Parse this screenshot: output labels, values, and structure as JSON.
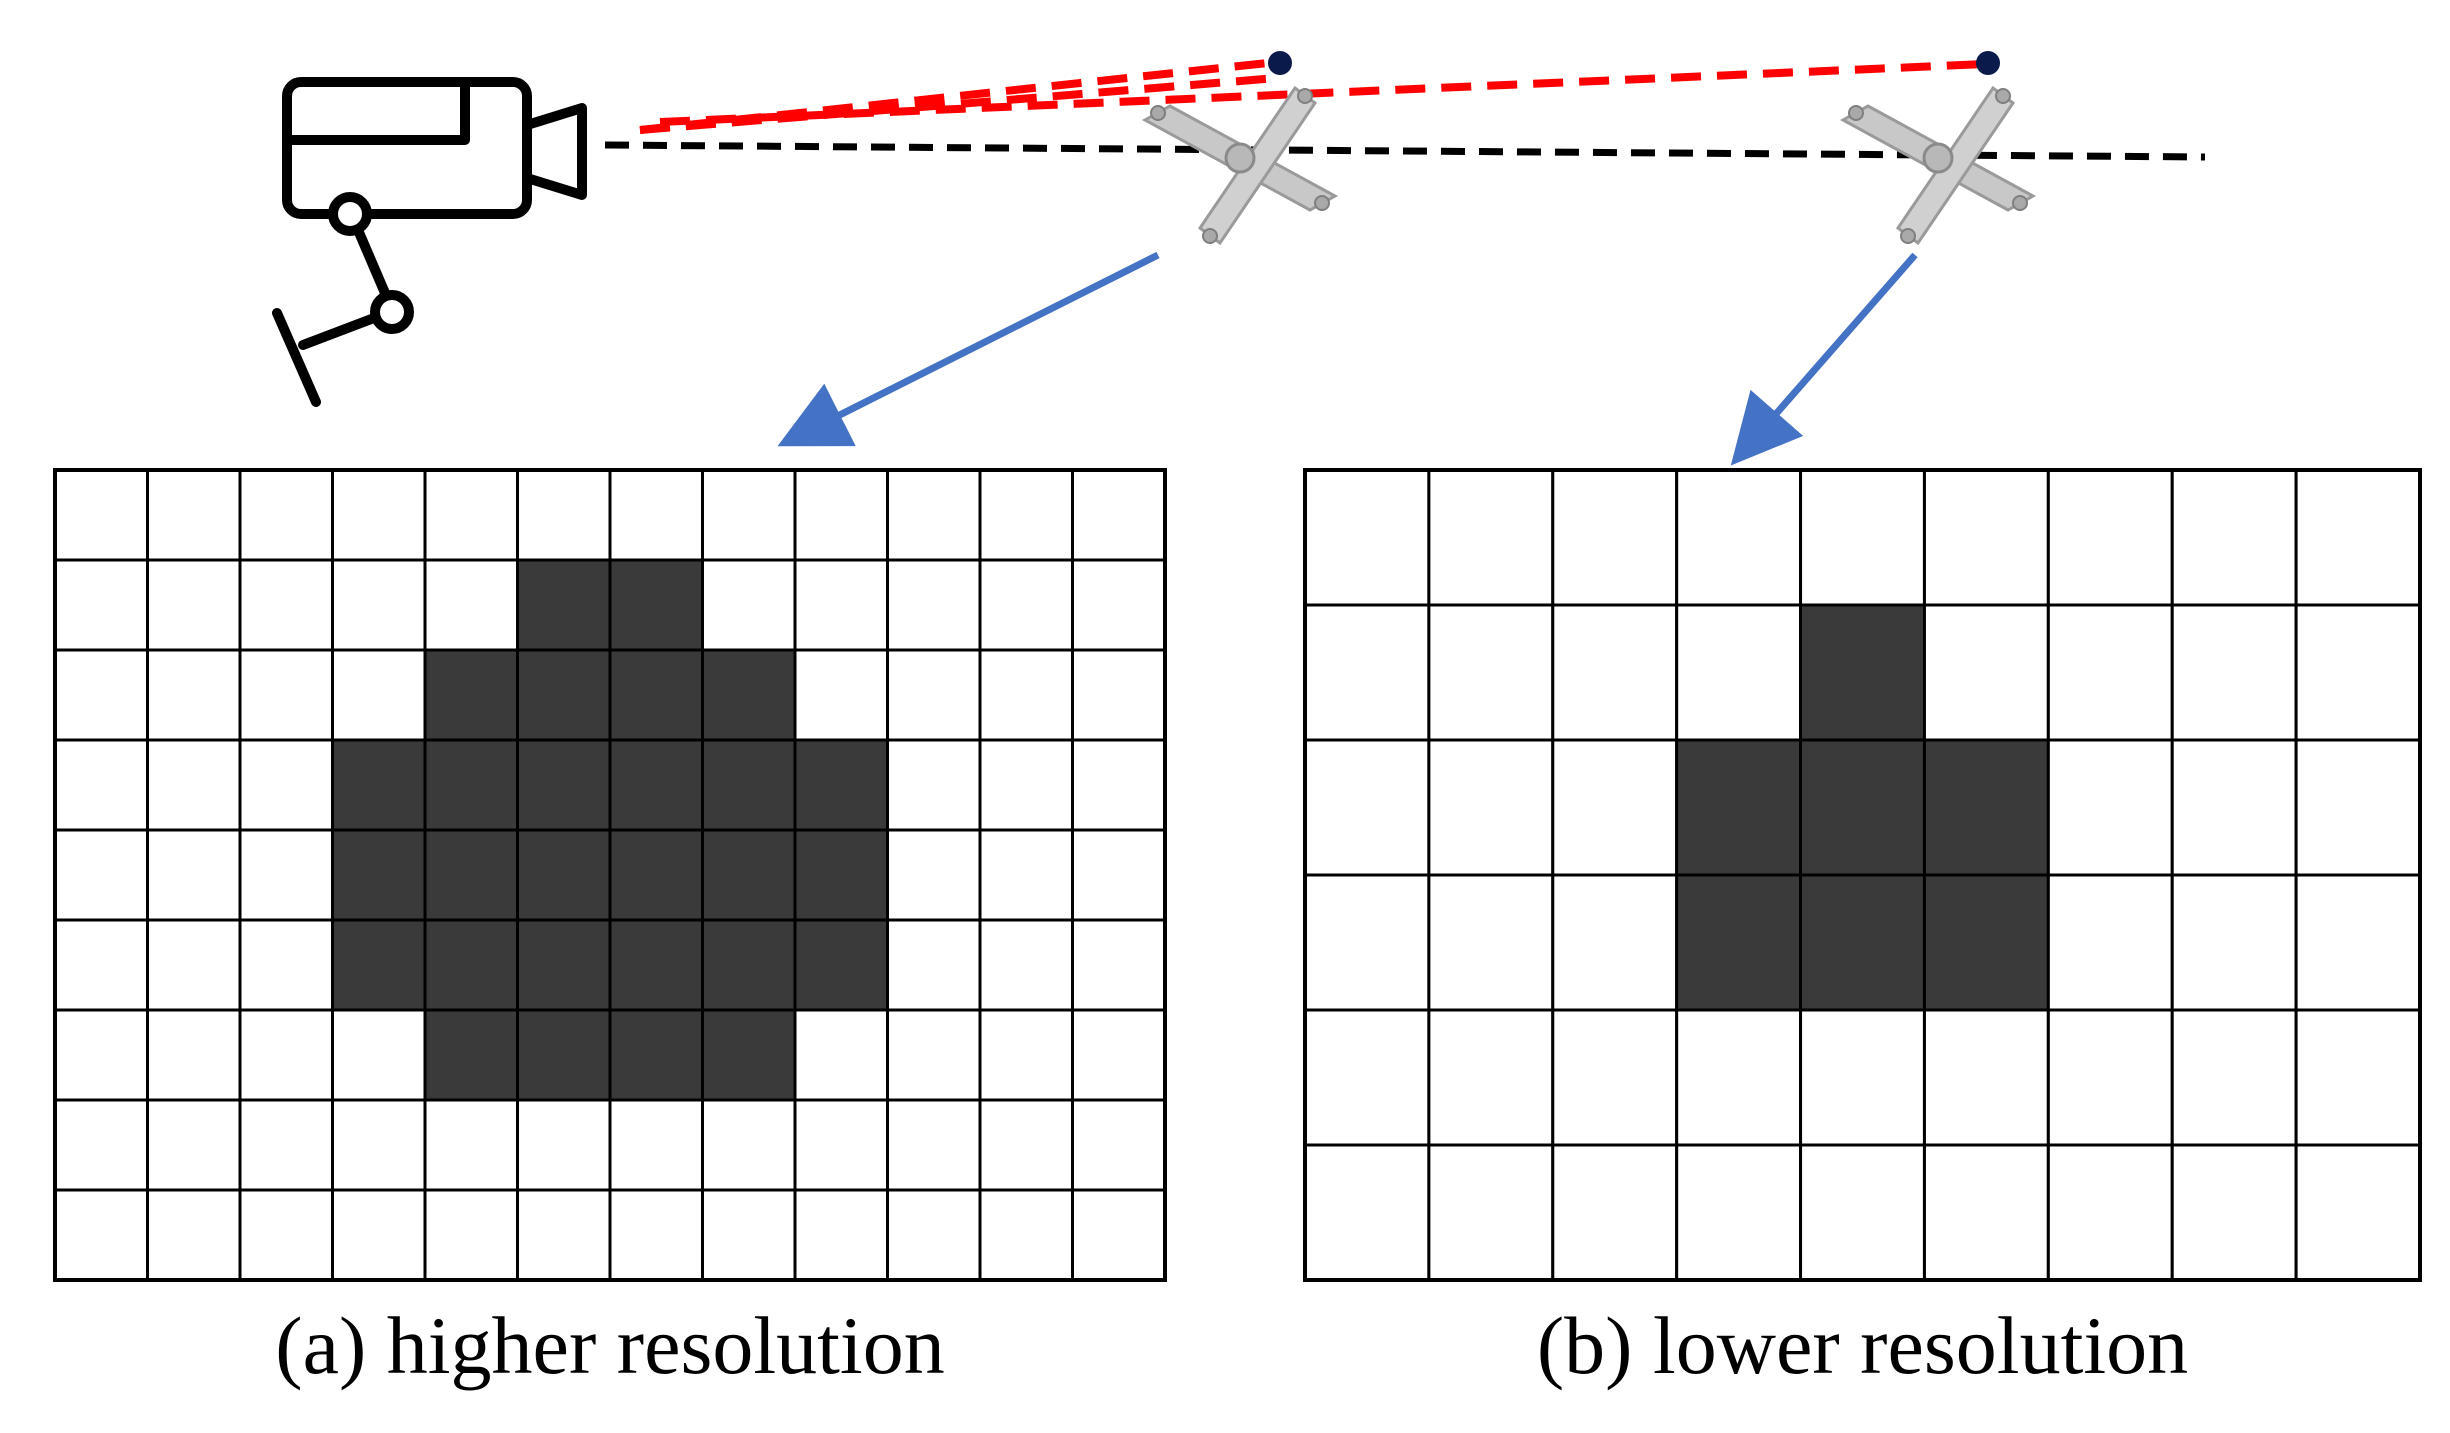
{
  "captions": {
    "a": "(a) higher resolution",
    "b": "(b) lower resolution"
  },
  "grids": {
    "high": {
      "rows": 9,
      "cols": 12,
      "filled_cells": [
        [
          1,
          5
        ],
        [
          1,
          6
        ],
        [
          2,
          4
        ],
        [
          2,
          5
        ],
        [
          2,
          6
        ],
        [
          2,
          7
        ],
        [
          3,
          3
        ],
        [
          3,
          4
        ],
        [
          3,
          5
        ],
        [
          3,
          6
        ],
        [
          3,
          7
        ],
        [
          3,
          8
        ],
        [
          4,
          3
        ],
        [
          4,
          4
        ],
        [
          4,
          5
        ],
        [
          4,
          6
        ],
        [
          4,
          7
        ],
        [
          4,
          8
        ],
        [
          5,
          3
        ],
        [
          5,
          4
        ],
        [
          5,
          5
        ],
        [
          5,
          6
        ],
        [
          5,
          7
        ],
        [
          5,
          8
        ],
        [
          6,
          4
        ],
        [
          6,
          5
        ],
        [
          6,
          6
        ],
        [
          6,
          7
        ]
      ]
    },
    "low": {
      "rows": 6,
      "cols": 9,
      "filled_cells": [
        [
          1,
          4
        ],
        [
          2,
          3
        ],
        [
          2,
          4
        ],
        [
          2,
          5
        ],
        [
          3,
          3
        ],
        [
          3,
          4
        ],
        [
          3,
          5
        ]
      ]
    }
  },
  "colors": {
    "fill": "#3a3a3a",
    "grid_line": "#000000",
    "sight_line": "#ff0000",
    "horizon_line": "#000000",
    "pointer_arrow": "#4472c4",
    "target_dot": "#0a1a4a",
    "drone": "#c4c4c4"
  },
  "icons": {
    "camera": "security-camera-icon",
    "drone": "quadcopter-drone-icon"
  }
}
